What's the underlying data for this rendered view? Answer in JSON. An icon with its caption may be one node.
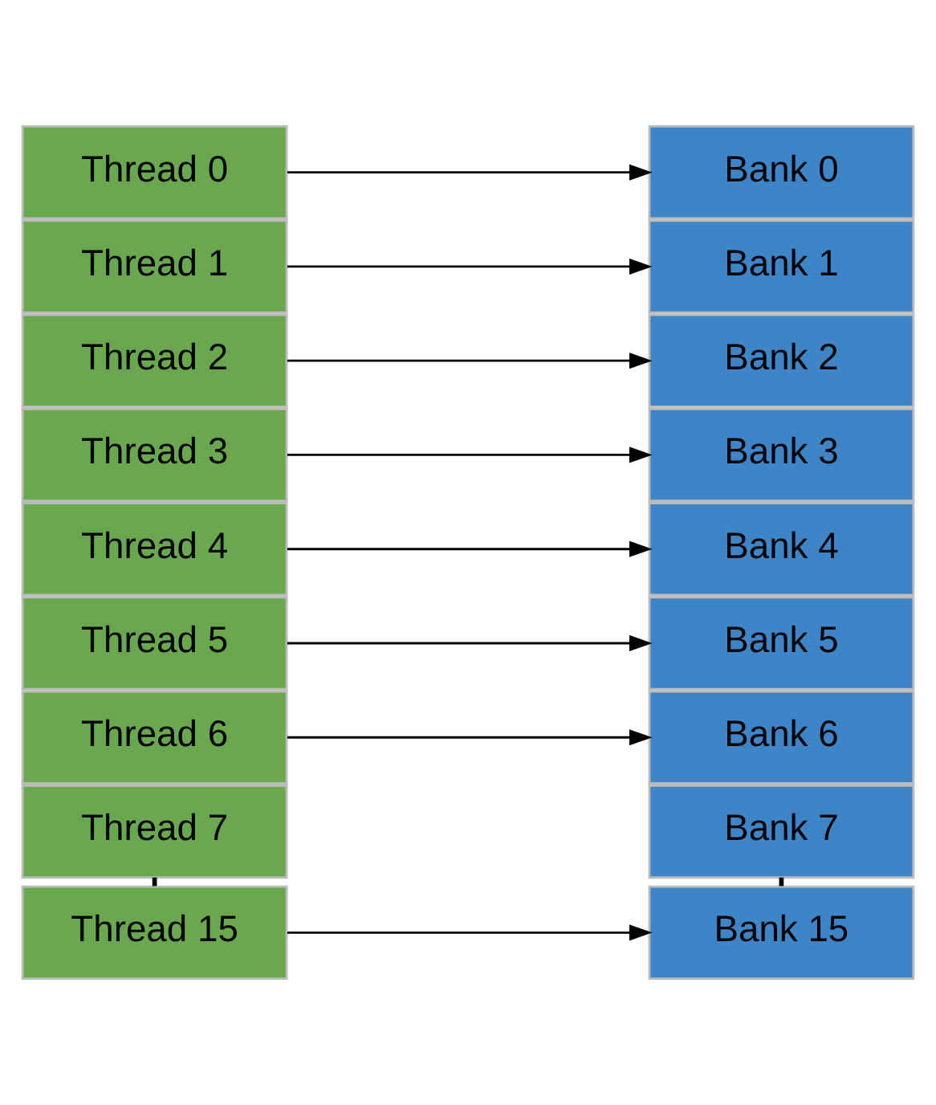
{
  "diagram": {
    "nodes": [
      {
        "text": [
          "Thread 0"
        ]
      },
      {
        "text": [
          "Bank 0"
        ]
      },
      {
        "text": [
          "Thread 1"
        ]
      },
      {
        "text": [
          "Bank 1"
        ]
      },
      {
        "text": [
          "Thread 2"
        ]
      },
      {
        "text": [
          "Bank 2"
        ]
      },
      {
        "text": [
          "Thread 3"
        ]
      },
      {
        "text": [
          "Bank 3"
        ]
      },
      {
        "text": [
          "Thread 4"
        ]
      },
      {
        "text": [
          "Bank 4"
        ]
      },
      {
        "text": [
          "Thread 5"
        ]
      },
      {
        "text": [
          "Bank 5"
        ]
      },
      {
        "text": [
          "Thread 6"
        ]
      },
      {
        "text": [
          "Bank 6"
        ]
      },
      {
        "text": [
          "Thread 7"
        ]
      },
      {
        "text": [
          "Bank 7"
        ]
      },
      {
        "text": [
          "Thread 15"
        ]
      },
      {
        "text": [
          "Bank 15"
        ]
      }
    ],
    "edges": [
      {
        "from": 0,
        "to": 1,
        "arrow": "to"
      },
      {
        "from": 2,
        "to": 3,
        "arrow": "to"
      },
      {
        "from": 4,
        "to": 5,
        "arrow": "to"
      },
      {
        "from": 6,
        "to": 7,
        "arrow": "to"
      },
      {
        "from": 8,
        "to": 9,
        "arrow": "to"
      },
      {
        "from": 10,
        "to": 11,
        "arrow": "to"
      },
      {
        "from": 12,
        "to": 13,
        "arrow": "to"
      },
      {
        "from": 14,
        "to": 16,
        "arrow": "none",
        "style": "dashed"
      },
      {
        "from": 15,
        "to": 17,
        "arrow": "none",
        "style": "dashed"
      },
      {
        "from": 16,
        "to": 17,
        "arrow": "to"
      }
    ]
  }
}
